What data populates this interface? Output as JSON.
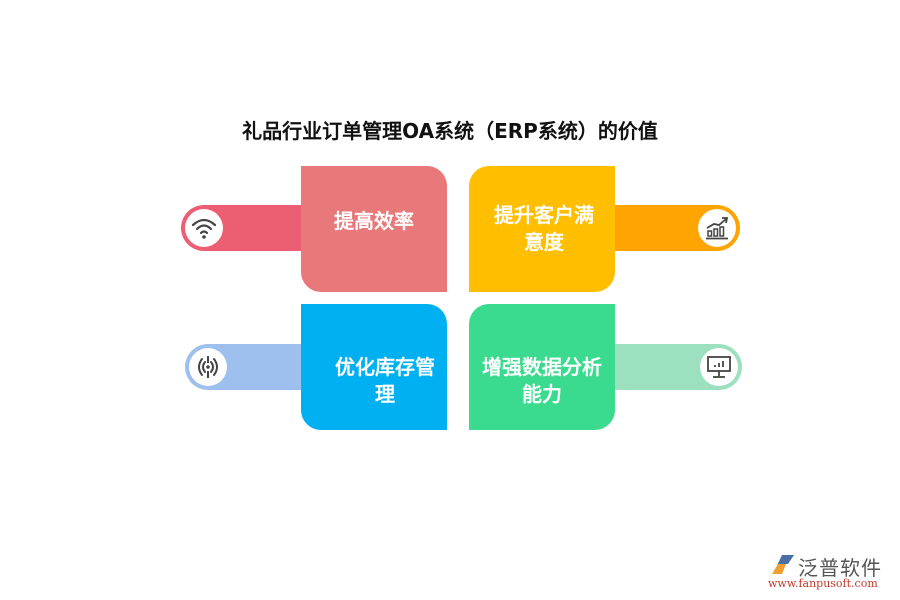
{
  "title": "礼品行业订单管理OA系统（ERP系统）的价值",
  "items": [
    {
      "label": "提高效率",
      "icon": "wifi-icon",
      "card_color": "#E8787A",
      "bar_color": "#EC5F73"
    },
    {
      "label": "提升客户满意度",
      "icon": "growth-chart-icon",
      "card_color": "#FFBF00",
      "bar_color": "#FFA400"
    },
    {
      "label": "优化库存管理",
      "icon": "broadcast-icon",
      "card_color": "#00B0F0",
      "bar_color": "#9DC0EE"
    },
    {
      "label": "增强数据分析能力",
      "icon": "monitor-chart-icon",
      "card_color": "#3ADB8F",
      "bar_color": "#9DE0C0"
    }
  ],
  "logo": {
    "name": "泛普软件",
    "url": "www.fanpusoft.com"
  }
}
